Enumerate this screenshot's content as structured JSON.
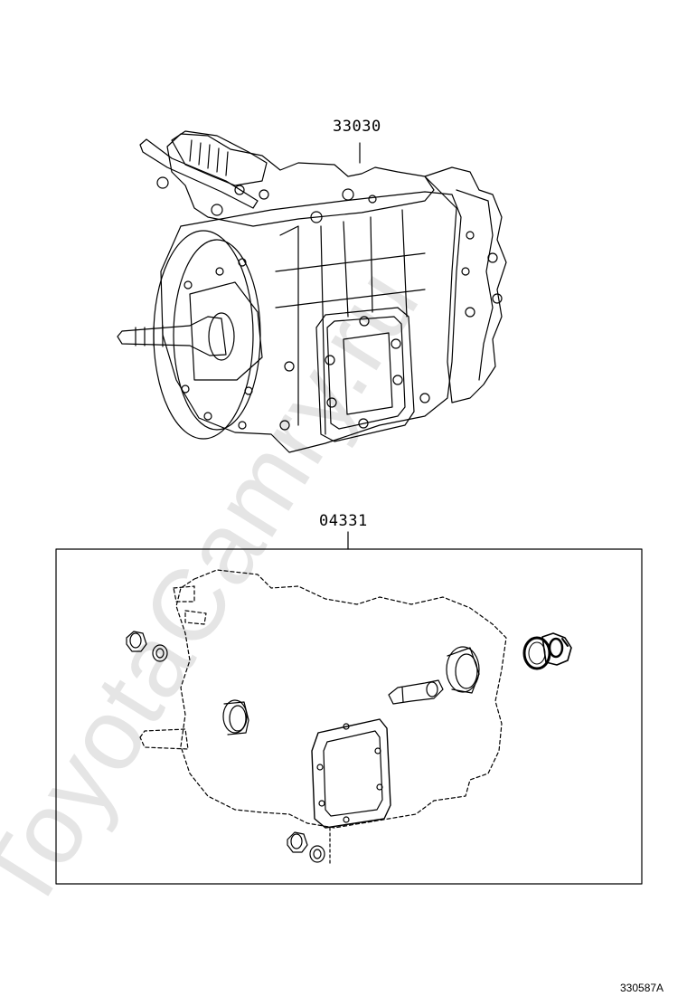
{
  "parts": {
    "transmission_assy": {
      "number": "33030"
    },
    "gasket_kit": {
      "number": "04331"
    }
  },
  "figure_code": "330587A",
  "watermark": "ToyotaCamry.ru",
  "colors": {
    "line": "#000000",
    "watermark": "#d9d9d9",
    "background": "#ffffff"
  },
  "icons": {
    "transmission": "transmission-assembly-illustration",
    "gasket_kit": "gasket-kit-exploded-illustration"
  }
}
